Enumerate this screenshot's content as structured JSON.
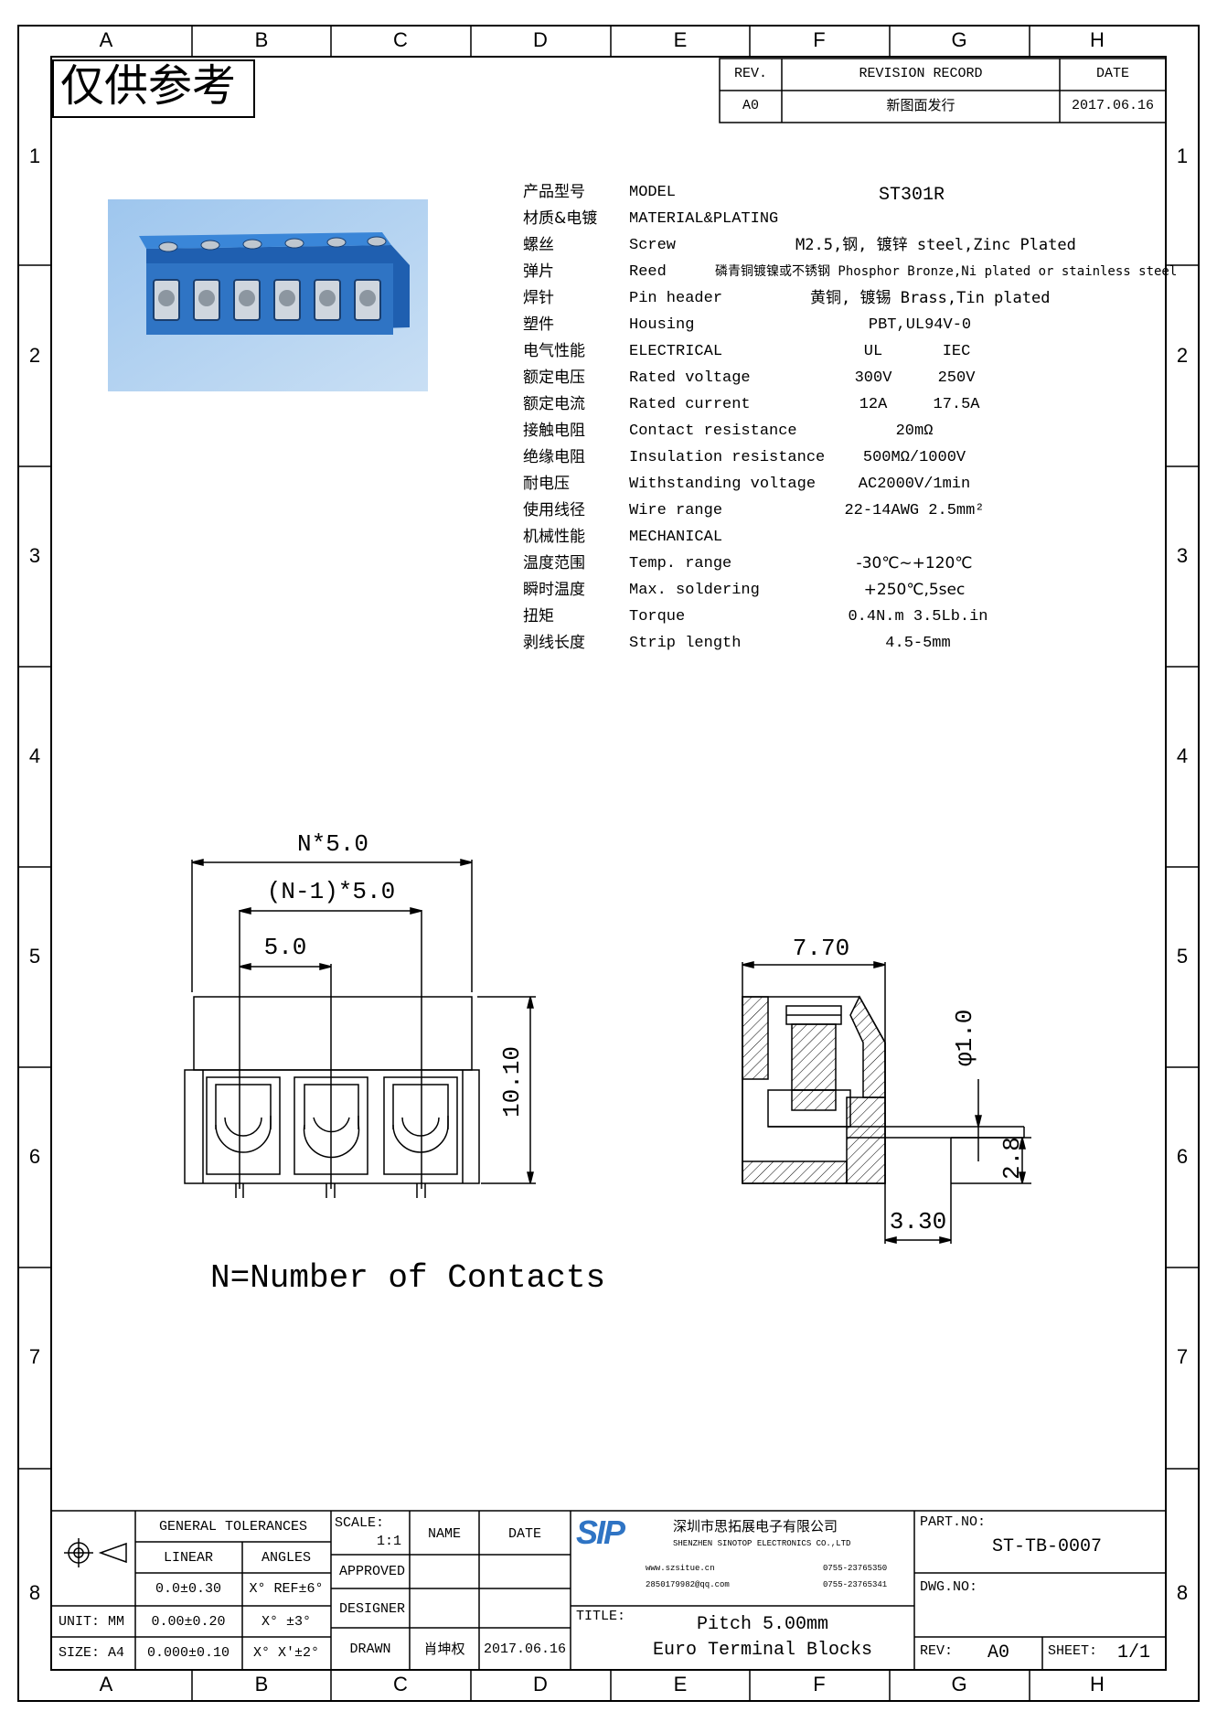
{
  "zones": {
    "cols": [
      "A",
      "B",
      "C",
      "D",
      "E",
      "F",
      "G",
      "H"
    ],
    "rows": [
      "1",
      "2",
      "3",
      "4",
      "5",
      "6",
      "7",
      "8"
    ]
  },
  "stamp": "仅供参考",
  "revision": {
    "rev_label": "REV.",
    "record_label": "REVISION RECORD",
    "date_label": "DATE",
    "rev": "A0",
    "record": "新图面发行",
    "date": "2017.06.16"
  },
  "specs": [
    {
      "cn": "产品型号",
      "en": "MODEL",
      "value": "ST301R"
    },
    {
      "cn": "材质&电镀",
      "en": "MATERIAL&PLATING",
      "value": ""
    },
    {
      "cn": "螺丝",
      "en": "Screw",
      "value": "M2.5,钢, 镀锌 steel,Zinc Plated"
    },
    {
      "cn": "弹片",
      "en": "Reed",
      "value": "磷青铜镀镍或不锈钢 Phosphor Bronze,Ni plated or stainless steel"
    },
    {
      "cn": "焊针",
      "en": "Pin header",
      "value": "黄铜, 镀锡 Brass,Tin plated"
    },
    {
      "cn": "塑件",
      "en": "Housing",
      "value": "PBT,UL94V-0"
    },
    {
      "cn": "电气性能",
      "en": "ELECTRICAL",
      "value_ul": "UL",
      "value_iec": "IEC"
    },
    {
      "cn": "额定电压",
      "en": "Rated voltage",
      "value_ul": "300V",
      "value_iec": "250V"
    },
    {
      "cn": "额定电流",
      "en": "Rated current",
      "value_ul": "12A",
      "value_iec": "17.5A"
    },
    {
      "cn": "接触电阻",
      "en": "Contact resistance",
      "value": "20mΩ"
    },
    {
      "cn": "绝缘电阻",
      "en": "Insulation resistance",
      "value": "500MΩ/1000V"
    },
    {
      "cn": "耐电压",
      "en": "Withstanding voltage",
      "value": "AC2000V/1min"
    },
    {
      "cn": "使用线径",
      "en": "Wire range",
      "value": "22-14AWG 2.5mm²"
    },
    {
      "cn": "机械性能",
      "en": "MECHANICAL",
      "value": ""
    },
    {
      "cn": "温度范围",
      "en": "Temp. range",
      "value": "-30℃~+120℃"
    },
    {
      "cn": "瞬时温度",
      "en": "Max. soldering",
      "value": "+250℃,5sec"
    },
    {
      "cn": "扭矩",
      "en": "Torque",
      "value": "0.4N.m  3.5Lb.in"
    },
    {
      "cn": "剥线长度",
      "en": "Strip length",
      "value": "4.5-5mm"
    }
  ],
  "dimensions": {
    "total": "N*5.0",
    "inner": "(N-1)*5.0",
    "pitch": "5.0",
    "height": "10.10",
    "depth": "7.70",
    "pin_dia": "φ1.0",
    "pin_height": "2.8",
    "pin_offset": "3.30"
  },
  "note": "N=Number of Contacts",
  "title_block": {
    "general_tolerances": "GENERAL TOLERANCES",
    "linear": "LINEAR",
    "angles": "ANGLES",
    "tol_rows": [
      {
        "unit_label": "",
        "linear": "0.0±0.30",
        "angles": "X° REF±6°"
      },
      {
        "unit_label": "UNIT: MM",
        "linear": "0.00±0.20",
        "angles": "X° ±3°"
      },
      {
        "unit_label": "SIZE: A4",
        "linear": "0.000±0.10",
        "angles": "X° X'±2°"
      }
    ],
    "scale_label": "SCALE:",
    "scale": "1:1",
    "name": "NAME",
    "date": "DATE",
    "approved": "APPROVED",
    "designer": "DESIGNER",
    "drawn": "DRAWN",
    "drawn_name": "肖坤权",
    "drawn_date": "2017.06.16",
    "company_logo": "SIP",
    "company_cn": "深圳市思拓展电子有限公司",
    "company_en": "SHENZHEN SINOTOP ELECTRONICS CO.,LTD",
    "contact_web": "www.szsitue.cn",
    "contact_mail": "2850179982@qq.com",
    "contact_tel": "0755-23765350",
    "contact_fax": "0755-23765341",
    "title_label": "TITLE:",
    "title_line1": "Pitch 5.00mm",
    "title_line2": "Euro Terminal Blocks",
    "part_no_label": "PART.NO:",
    "part_no": "ST-TB-0007",
    "dwg_no_label": "DWG.NO:",
    "rev_label": "REV:",
    "rev": "A0",
    "sheet_label": "SHEET:",
    "sheet": "1/1"
  },
  "colors": {
    "photo_bg": "#8ab8e6",
    "block": "#2f74c4",
    "ink": "#000000"
  }
}
